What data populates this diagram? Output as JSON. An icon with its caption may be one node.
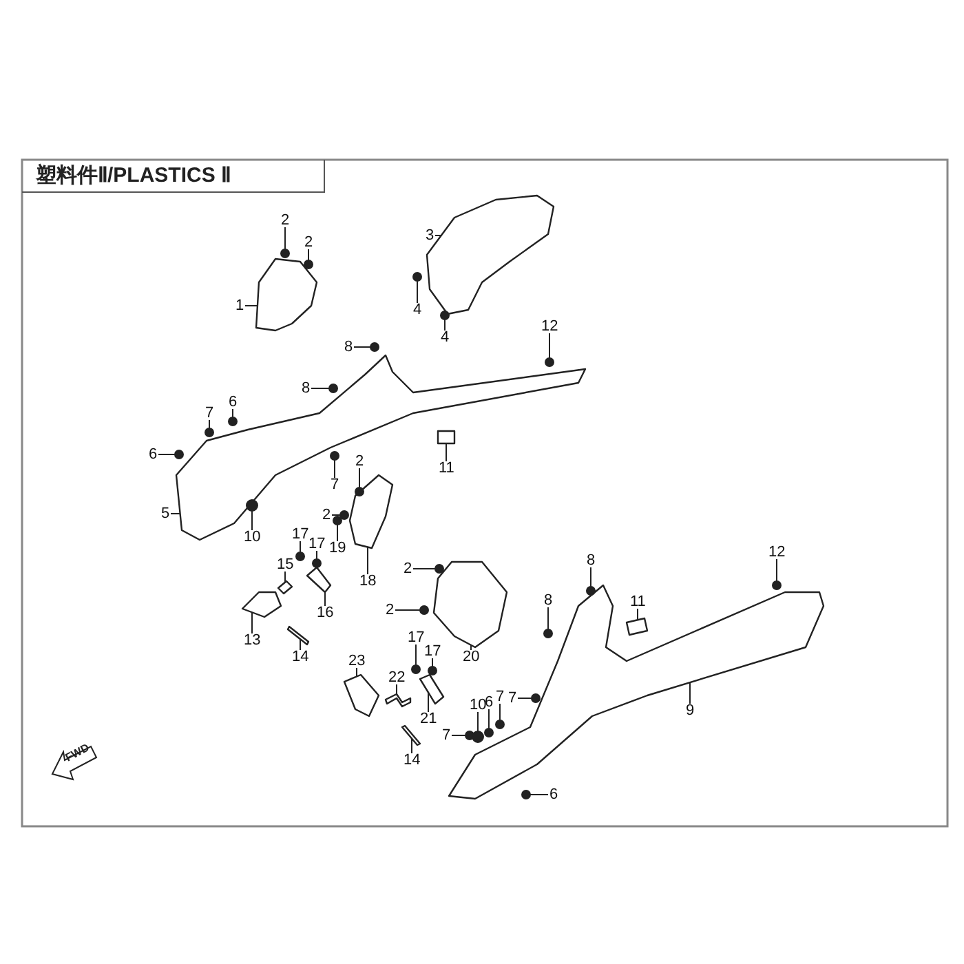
{
  "diagram": {
    "title": "塑料件Ⅱ/PLASTICS Ⅱ",
    "nodes": [
      {
        "text": [
          "2"
        ]
      },
      {
        "text": [
          "2"
        ]
      },
      {
        "text": [
          "1"
        ]
      },
      {
        "text": [
          "3"
        ]
      },
      {
        "text": [
          "4"
        ]
      },
      {
        "text": [
          "4"
        ]
      },
      {
        "text": [
          "12"
        ]
      },
      {
        "text": [
          "8"
        ]
      },
      {
        "text": [
          "8"
        ]
      },
      {
        "text": [
          "7"
        ]
      },
      {
        "text": [
          "6"
        ]
      },
      {
        "text": [
          "6"
        ]
      },
      {
        "text": [
          "5"
        ]
      },
      {
        "text": [
          "10"
        ]
      },
      {
        "text": [
          "11"
        ]
      },
      {
        "text": [
          "7"
        ]
      },
      {
        "text": [
          "2"
        ]
      },
      {
        "text": [
          "2"
        ]
      },
      {
        "text": [
          "19"
        ]
      },
      {
        "text": [
          "17"
        ]
      },
      {
        "text": [
          "17"
        ]
      },
      {
        "text": [
          "15"
        ]
      },
      {
        "text": [
          "18"
        ]
      },
      {
        "text": [
          "16"
        ]
      },
      {
        "text": [
          "13"
        ]
      },
      {
        "text": [
          "14"
        ]
      },
      {
        "text": [
          "2"
        ]
      },
      {
        "text": [
          "2"
        ]
      },
      {
        "text": [
          "20"
        ]
      },
      {
        "text": [
          "8"
        ]
      },
      {
        "text": [
          "8"
        ]
      },
      {
        "text": [
          "11"
        ]
      },
      {
        "text": [
          "12"
        ]
      },
      {
        "text": [
          "17"
        ]
      },
      {
        "text": [
          "17"
        ]
      },
      {
        "text": [
          "23"
        ]
      },
      {
        "text": [
          "22"
        ]
      },
      {
        "text": [
          "21"
        ]
      },
      {
        "text": [
          "14"
        ]
      },
      {
        "text": [
          "9"
        ]
      },
      {
        "text": [
          "7"
        ]
      },
      {
        "text": [
          "10"
        ]
      },
      {
        "text": [
          "6"
        ]
      },
      {
        "text": [
          "7"
        ]
      },
      {
        "text": [
          "7"
        ]
      },
      {
        "text": [
          "6"
        ]
      },
      {
        "text": [],
        "shape": "circle"
      },
      {
        "text": [],
        "shape": "circle"
      },
      {
        "text": [],
        "shape": "picture"
      },
      {
        "text": [],
        "shape": "picture"
      },
      {
        "text": [],
        "shape": "circle"
      },
      {
        "text": [],
        "shape": "circle"
      },
      {
        "text": [],
        "shape": "circle"
      },
      {
        "text": [],
        "shape": "circle"
      },
      {
        "text": [],
        "shape": "circle"
      },
      {
        "text": [],
        "shape": "circle"
      },
      {
        "text": [],
        "shape": "circle"
      },
      {
        "text": [],
        "shape": "circle"
      },
      {
        "text": [],
        "shape": "picture"
      },
      {
        "text": [],
        "shape": "circle"
      },
      {
        "text": [],
        "shape": "picture"
      },
      {
        "text": [],
        "shape": "circle"
      },
      {
        "text": [],
        "shape": "circle"
      },
      {
        "text": [],
        "shape": "circle"
      },
      {
        "text": [],
        "shape": "circle"
      },
      {
        "text": [],
        "shape": "circle"
      },
      {
        "text": [],
        "shape": "circle"
      },
      {
        "text": [],
        "shape": "picture"
      },
      {
        "text": [],
        "shape": "picture"
      },
      {
        "text": [],
        "shape": "picture"
      },
      {
        "text": [],
        "shape": "picture"
      },
      {
        "text": [],
        "shape": "picture"
      },
      {
        "text": [],
        "shape": "circle"
      },
      {
        "text": [],
        "shape": "circle"
      },
      {
        "text": [],
        "shape": "picture"
      },
      {
        "text": [],
        "shape": "circle"
      },
      {
        "text": [],
        "shape": "circle"
      },
      {
        "text": [],
        "shape": "picture"
      },
      {
        "text": [],
        "shape": "circle"
      },
      {
        "text": [],
        "shape": "circle"
      },
      {
        "text": [],
        "shape": "circle"
      },
      {
        "text": [],
        "shape": "picture"
      },
      {
        "text": [],
        "shape": "picture"
      },
      {
        "text": [],
        "shape": "picture"
      },
      {
        "text": [],
        "shape": "picture"
      },
      {
        "text": [],
        "shape": "picture"
      },
      {
        "text": [],
        "shape": "circle"
      },
      {
        "text": [],
        "shape": "circle"
      },
      {
        "text": [],
        "shape": "circle"
      },
      {
        "text": [],
        "shape": "circle"
      },
      {
        "text": [],
        "shape": "circle"
      },
      {
        "text": [],
        "shape": "circle"
      }
    ],
    "edges": [
      {
        "from": 0,
        "to": 46,
        "arrow": "none"
      },
      {
        "from": 1,
        "to": 47,
        "arrow": "none"
      },
      {
        "from": 2,
        "to": 48,
        "arrow": "none"
      },
      {
        "from": 3,
        "to": 49,
        "arrow": "none"
      },
      {
        "from": 4,
        "to": 50,
        "arrow": "none"
      },
      {
        "from": 5,
        "to": 51,
        "arrow": "none"
      },
      {
        "from": 6,
        "to": 52,
        "arrow": "none"
      },
      {
        "from": 7,
        "to": 53,
        "arrow": "none"
      },
      {
        "from": 8,
        "to": 54,
        "arrow": "none"
      },
      {
        "from": 9,
        "to": 55,
        "arrow": "none"
      },
      {
        "from": 10,
        "to": 56,
        "arrow": "none"
      },
      {
        "from": 11,
        "to": 57,
        "arrow": "none"
      },
      {
        "from": 12,
        "to": 58,
        "arrow": "none"
      },
      {
        "from": 13,
        "to": 59,
        "arrow": "none"
      },
      {
        "from": 14,
        "to": 60,
        "arrow": "none"
      },
      {
        "from": 15,
        "to": 61,
        "arrow": "none"
      },
      {
        "from": 16,
        "to": 62,
        "arrow": "none"
      },
      {
        "from": 17,
        "to": 63,
        "arrow": "none"
      },
      {
        "from": 18,
        "to": 64,
        "arrow": "none"
      },
      {
        "from": 19,
        "to": 65,
        "arrow": "none"
      },
      {
        "from": 20,
        "to": 66,
        "arrow": "none"
      },
      {
        "from": 21,
        "to": 67,
        "arrow": "none"
      },
      {
        "from": 22,
        "to": 68,
        "arrow": "none"
      },
      {
        "from": 23,
        "to": 69,
        "arrow": "none"
      },
      {
        "from": 24,
        "to": 70,
        "arrow": "none"
      },
      {
        "from": 25,
        "to": 71,
        "arrow": "none"
      },
      {
        "from": 26,
        "to": 72,
        "arrow": "none"
      },
      {
        "from": 27,
        "to": 73,
        "arrow": "none"
      },
      {
        "from": 28,
        "to": 74,
        "arrow": "none"
      },
      {
        "from": 29,
        "to": 75,
        "arrow": "none"
      },
      {
        "from": 30,
        "to": 76,
        "arrow": "none"
      },
      {
        "from": 31,
        "to": 77,
        "arrow": "none"
      },
      {
        "from": 32,
        "to": 78,
        "arrow": "none"
      },
      {
        "from": 33,
        "to": 79,
        "arrow": "none"
      },
      {
        "from": 34,
        "to": 80,
        "arrow": "none"
      },
      {
        "from": 35,
        "to": 81,
        "arrow": "none"
      },
      {
        "from": 36,
        "to": 82,
        "arrow": "none"
      },
      {
        "from": 37,
        "to": 83,
        "arrow": "none"
      },
      {
        "from": 38,
        "to": 84,
        "arrow": "none"
      },
      {
        "from": 39,
        "to": 85,
        "arrow": "none"
      },
      {
        "from": 40,
        "to": 86,
        "arrow": "none"
      },
      {
        "from": 41,
        "to": 87,
        "arrow": "none"
      },
      {
        "from": 42,
        "to": 88,
        "arrow": "none"
      },
      {
        "from": 43,
        "to": 89,
        "arrow": "none"
      },
      {
        "from": 44,
        "to": 90,
        "arrow": "none"
      },
      {
        "from": 45,
        "to": 91,
        "arrow": "none"
      }
    ],
    "labels": [
      "FWD"
    ]
  }
}
